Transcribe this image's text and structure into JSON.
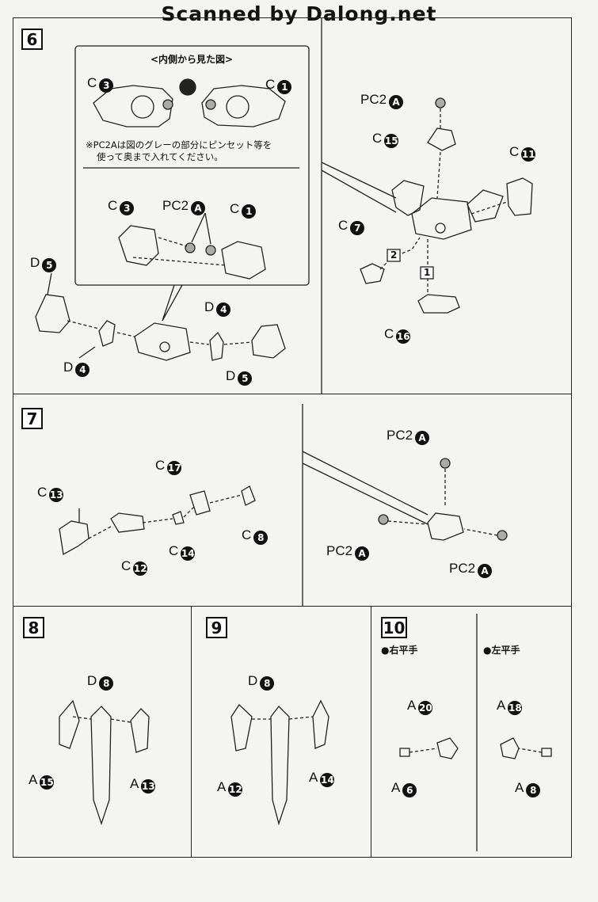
{
  "watermark": "Scanned by Dalong.net",
  "steps": {
    "s6": "6",
    "s7": "7",
    "s8": "8",
    "s9": "9",
    "s10": "10"
  },
  "inset": {
    "title": "<内側から見た図>",
    "note_line1": "※PC2Aは図のグレーの部分にピンセット等を",
    "note_line2": "使って奥まで入れてください。"
  },
  "labels": {
    "C": "C",
    "D": "D",
    "A": "A",
    "PC2": "PC2",
    "n1": "1",
    "n3": "3",
    "n4": "4",
    "n5": "5",
    "n6": "6",
    "n7": "7",
    "n8": "8",
    "n11": "11",
    "n12": "12",
    "n13": "13",
    "n14": "14",
    "n15": "15",
    "n16": "16",
    "n17": "17",
    "n18": "18",
    "n20": "20",
    "cA": "A",
    "order1": "1",
    "order2": "2"
  },
  "step10": {
    "right_hand": "●右平手",
    "left_hand": "●左平手"
  }
}
